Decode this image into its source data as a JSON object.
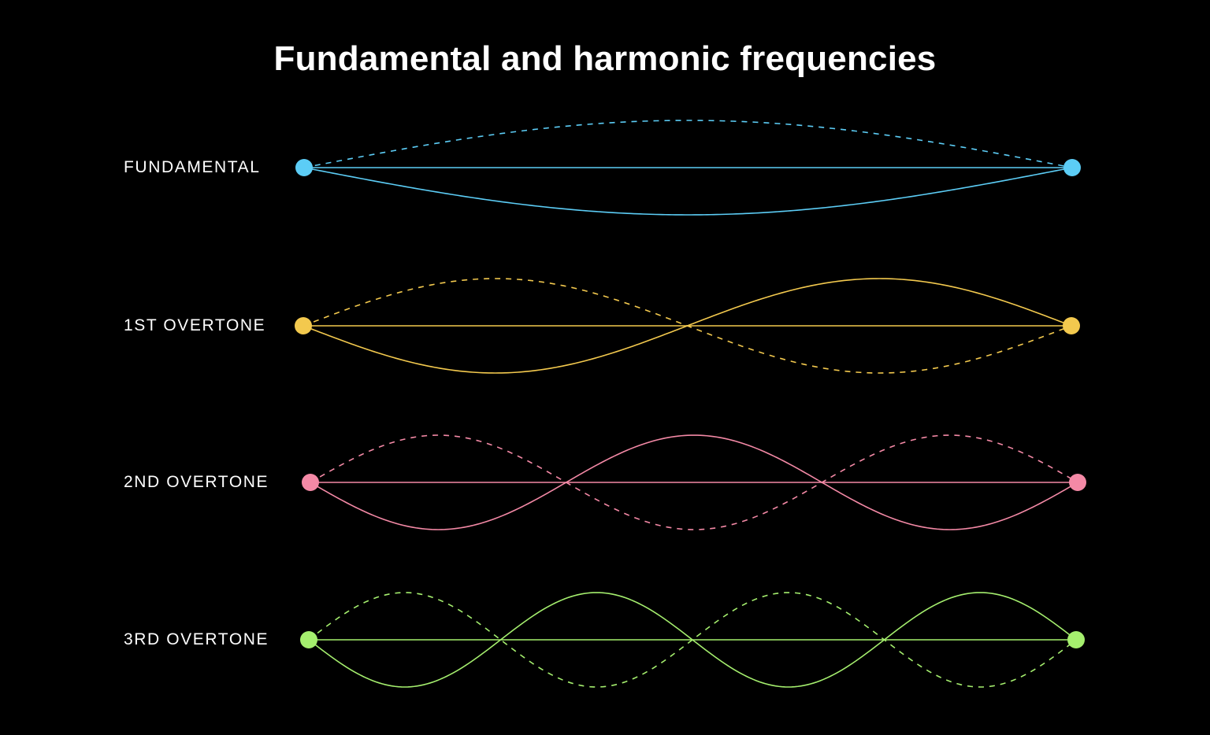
{
  "title": "Fundamental and harmonic frequencies",
  "modes": [
    {
      "label": "FUNDAMENTAL",
      "overtone": 0,
      "loops": 1,
      "color": "#5ccdf6"
    },
    {
      "label": "1ST OVERTONE",
      "overtone": 1,
      "loops": 2,
      "color": "#f3c94e"
    },
    {
      "label": "2ND OVERTONE",
      "overtone": 2,
      "loops": 3,
      "color": "#f489a6"
    },
    {
      "label": "3RD OVERTONE",
      "overtone": 3,
      "loops": 4,
      "color": "#a5ef6e"
    }
  ]
}
